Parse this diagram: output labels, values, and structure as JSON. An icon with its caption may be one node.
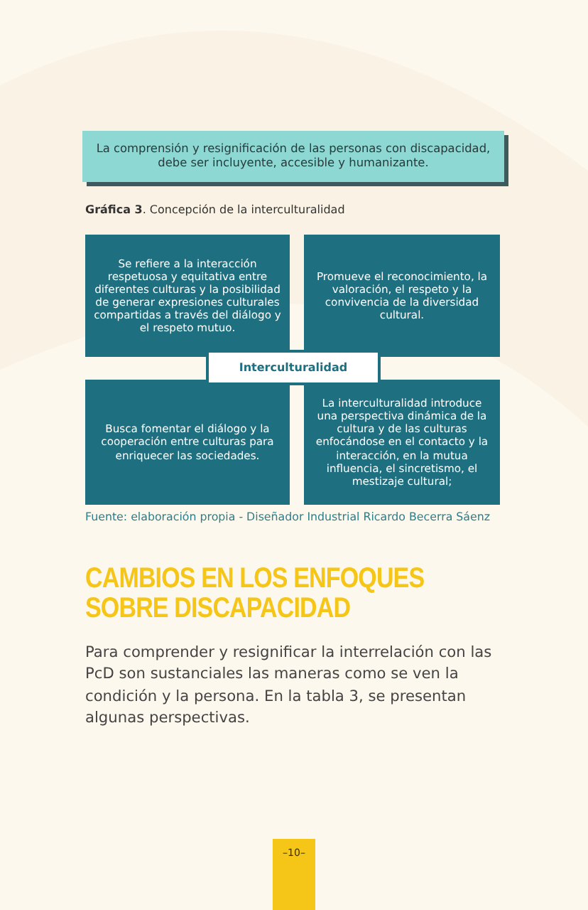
{
  "diagram": {
    "nodes": [
      {
        "text": [
          "La comprensión y resignificación de las personas con discapacidad, debe ser incluyente, accesible y humanizante."
        ]
      },
      {
        "text": [
          "Se refiere a la interacción respetuosa y equitativa entre diferentes culturas y la posibilidad de generar expresiones culturales compartidas a través del diálogo y el respeto mutuo."
        ]
      },
      {
        "text": [
          "Promueve el reconocimiento, la valoración, el respeto y la convivencia de la diversidad cultural."
        ]
      },
      {
        "text": [
          "Interculturalidad"
        ]
      },
      {
        "text": [
          "Busca fomentar el diálogo y la cooperación entre culturas para enriquecer las sociedades."
        ]
      },
      {
        "text": [
          "La interculturalidad introduce una perspectiva dinámica de la cultura y de las culturas enfocándose en el contacto y la interacción, en la mutua influencia, el sincretismo, el mestizaje cultural;"
        ]
      },
      {
        "text": [
          "–10–"
        ]
      }
    ],
    "labels": [
      "**Gráfica 3**. Concepción de la interculturalidad",
      "Fuente: elaboración propia - Diseñador Industrial Ricardo Becerra Sáenz",
      "CAMBIOS EN LOS ENFOQUES SOBRE DISCAPACIDAD",
      "Para comprender y resignificar la interrelación con las PcD son sustanciales las maneras como se ven la condición y la persona. En la tabla 3, se presentan algunas perspectivas."
    ]
  }
}
